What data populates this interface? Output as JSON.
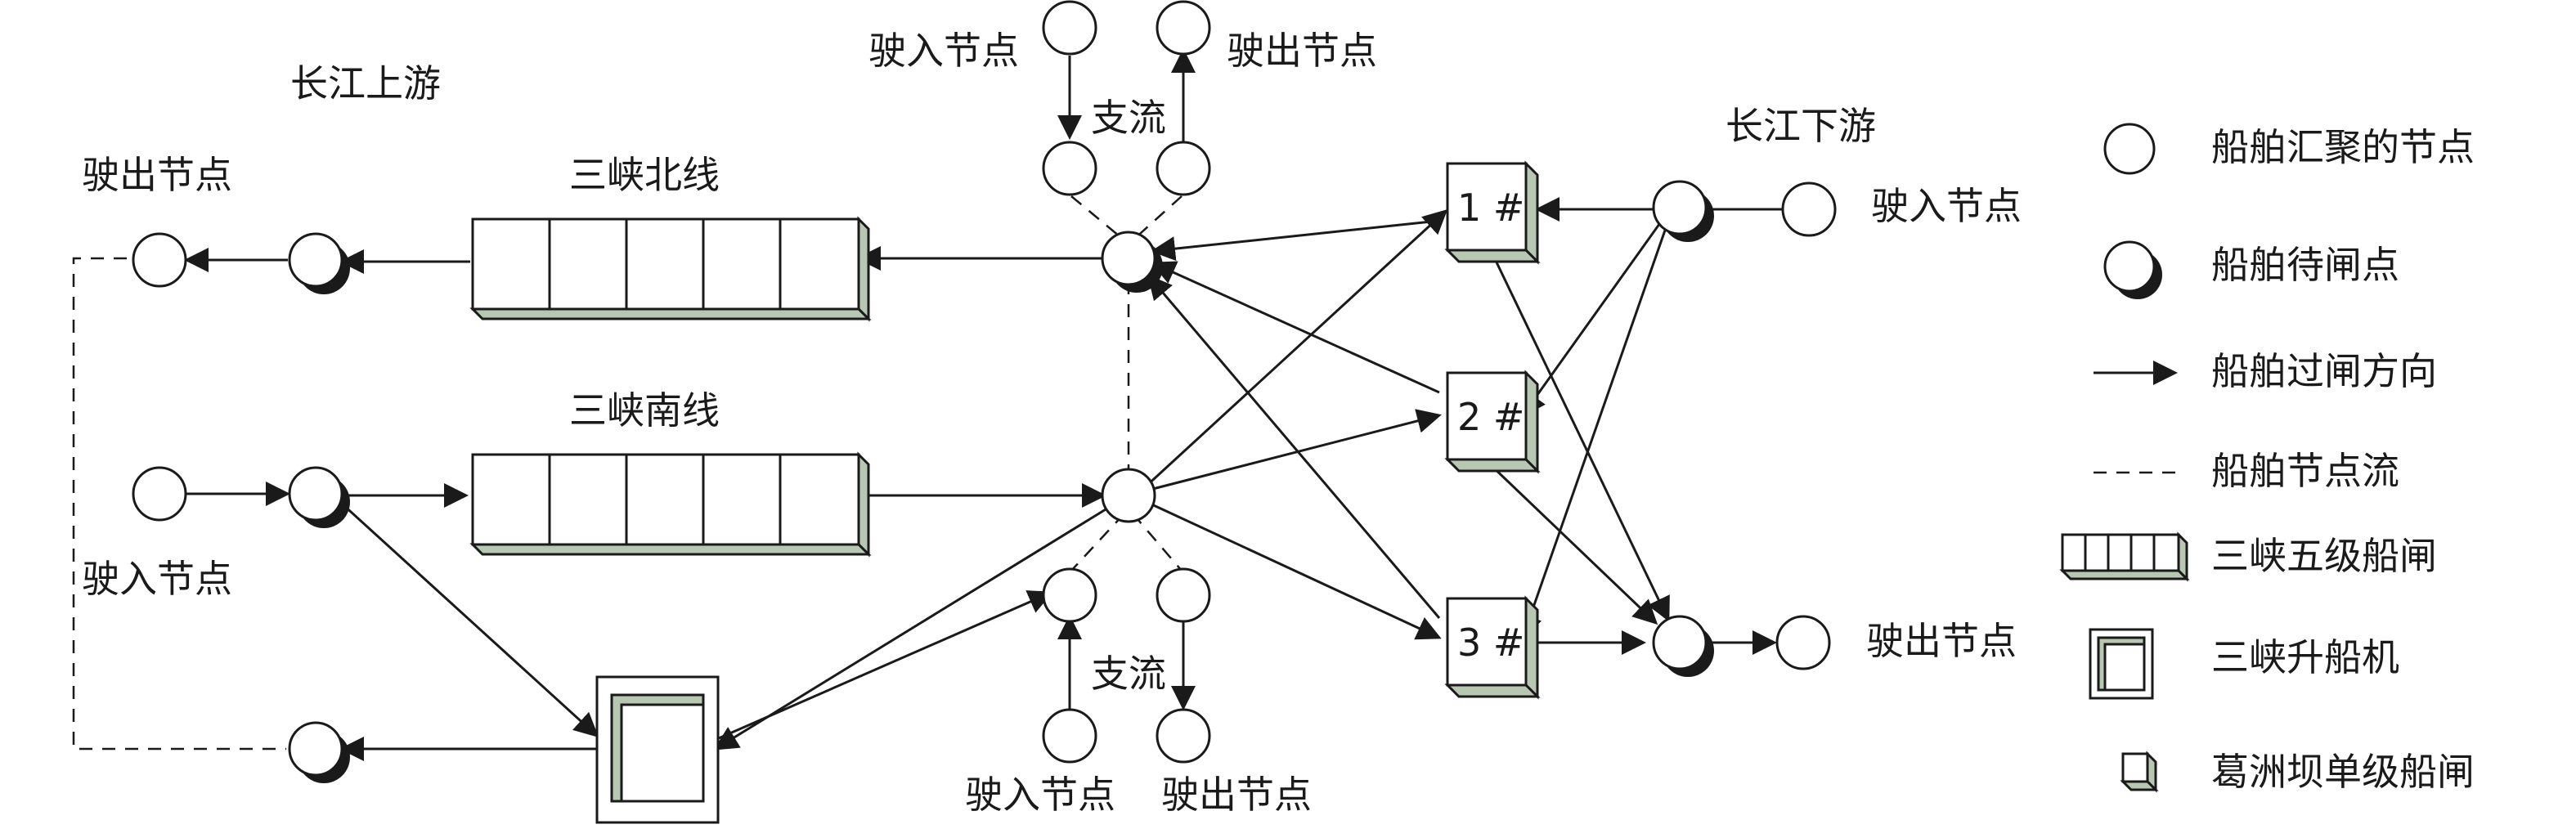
{
  "labels": {
    "upstream": "长江上游",
    "downstream": "长江下游",
    "north_line": "三峡北线",
    "south_line": "三峡南线",
    "tributary_top": "支流",
    "tributary_bottom": "支流",
    "top_inflow": "驶入节点",
    "top_outflow": "驶出节点",
    "left_outflow": "驶出节点",
    "left_inflow": "驶入节点",
    "bottom_inflow": "驶入节点",
    "bottom_outflow": "驶出节点",
    "right_inflow": "驶入节点",
    "right_outflow": "驶出节点"
  },
  "gezhouba_locks": {
    "lock1": "1 #",
    "lock2": "2 #",
    "lock3": "3 #"
  },
  "legend": {
    "gather_node": "船舶汇聚的节点",
    "waiting_point": "船舶待闸点",
    "direction": "船舶过闸方向",
    "node_flow": "船舶节点流",
    "five_stage_lock": "三峡五级船闸",
    "ship_lift": "三峡升船机",
    "single_stage_lock": "葛洲坝单级船闸"
  }
}
